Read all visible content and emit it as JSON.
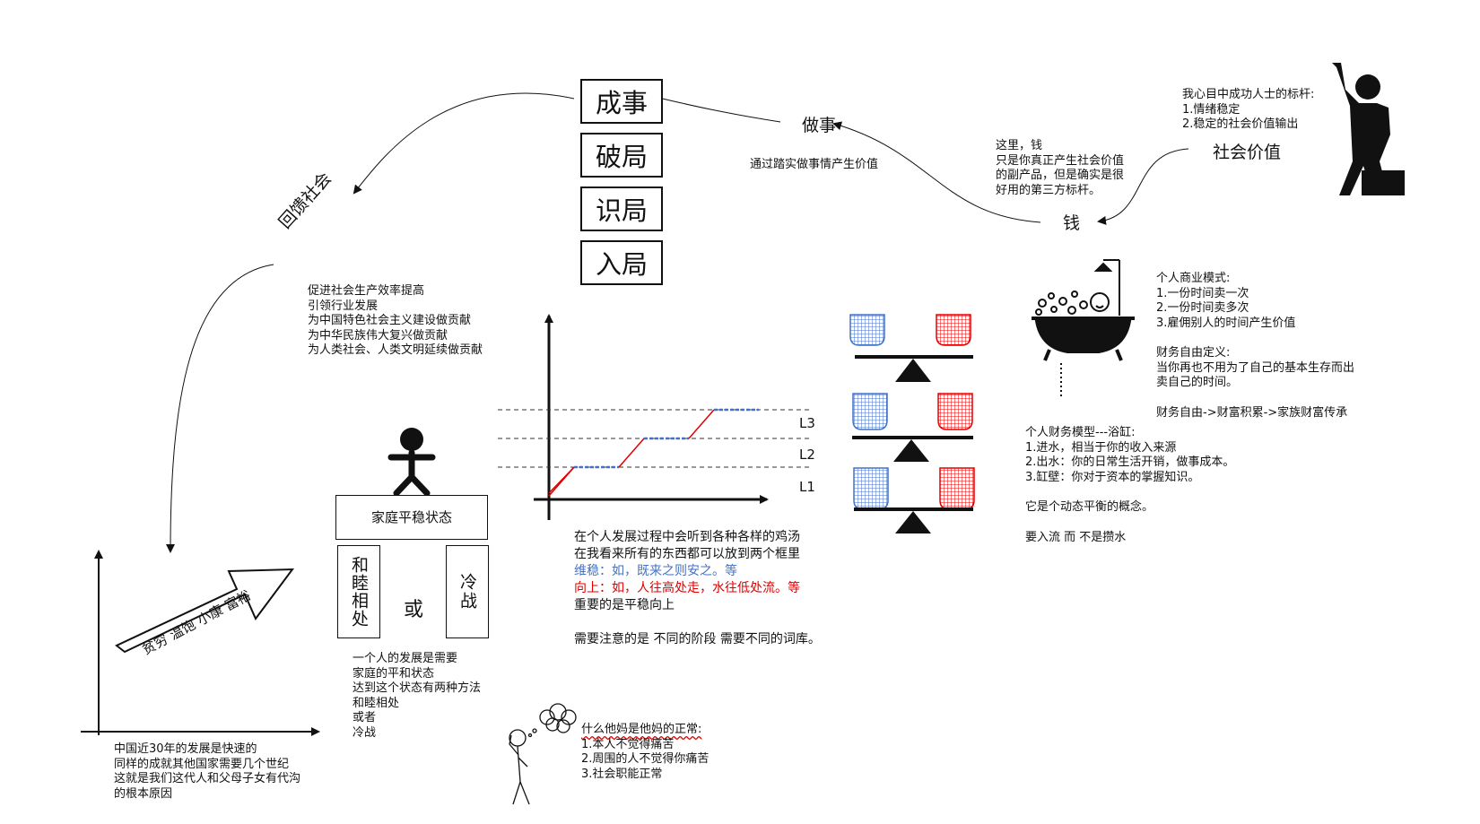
{
  "stages": [
    "成事",
    "破局",
    "识局",
    "入局"
  ],
  "flow": {
    "doing": "做事",
    "doing_desc": "通过踏实做事情产生价值",
    "social_value": "社会价值",
    "money": "钱",
    "money_desc": [
      "这里，钱",
      "只是你真正产生社会价值",
      "的副产品，但是确实是很",
      "好用的第三方标杆。"
    ],
    "feedback": "回馈社会",
    "feedback_items": [
      "促进社会生产效率提高",
      "引领行业发展",
      "为中国特色社会主义建设做贡献",
      "为中华民族伟大复兴做贡献",
      "为人类社会、人类文明延续做贡献"
    ]
  },
  "success": {
    "title": "我心目中成功人士的标杆:",
    "items": [
      "1.情绪稳定",
      "2.稳定的社会价值输出"
    ]
  },
  "china": {
    "arrow_text": "贫穷 温饱 小康 富裕",
    "caption": [
      "中国近30年的发展是快速的",
      "同样的成就其他国家需要几个世纪",
      "这就是我们这代人和父母子女有代沟",
      "的根本原因"
    ]
  },
  "family": {
    "box": "家庭平稳状态",
    "left": "和睦相处",
    "or": "或",
    "right": "冷战",
    "caption": [
      "一个人的发展是需要",
      "家庭的平和状态",
      "达到这个状态有两种方法",
      "和睦相处",
      "或者",
      "冷战"
    ]
  },
  "levels": [
    "L3",
    "L2",
    "L1"
  ],
  "growth_text": {
    "line1": "在个人发展过程中会听到各种各样的鸡汤",
    "line2": "在我看来所有的东西都可以放到两个框里",
    "stable": "维稳：如，既来之则安之。等",
    "up": "向上：如，人往高处走，水往低处流。等",
    "line5": "重要的是平稳向上",
    "line6": "需要注意的是 不同的阶段 需要不同的词库。"
  },
  "normal": {
    "title": "什么他妈是他妈的正常:",
    "items": [
      "1.本人不觉得痛苦",
      "2.周围的人不觉得你痛苦",
      "3.社会职能正常"
    ]
  },
  "business": {
    "title": "个人商业模式:",
    "items": [
      "1.一份时间卖一次",
      "2.一份时间卖多次",
      "3.雇佣别人的时间产生价值"
    ],
    "freedom_title": "财务自由定义:",
    "freedom_text": [
      "当你再也不用为了自己的基本生存而出",
      "卖自己的时间。"
    ],
    "chain": "财务自由->财富积累->家族财富传承"
  },
  "finance": {
    "title": "个人财务模型---浴缸:",
    "items": [
      "1.进水，相当于你的收入来源",
      "2.出水：你的日常生活开销，做事成本。",
      "3.缸壁：你对于资本的掌握知识。"
    ],
    "dynamic": "它是个动态平衡的概念。",
    "flow": "要入流  而 不是攒水"
  },
  "colors": {
    "blue": "#4472c4",
    "red": "#e00000"
  }
}
